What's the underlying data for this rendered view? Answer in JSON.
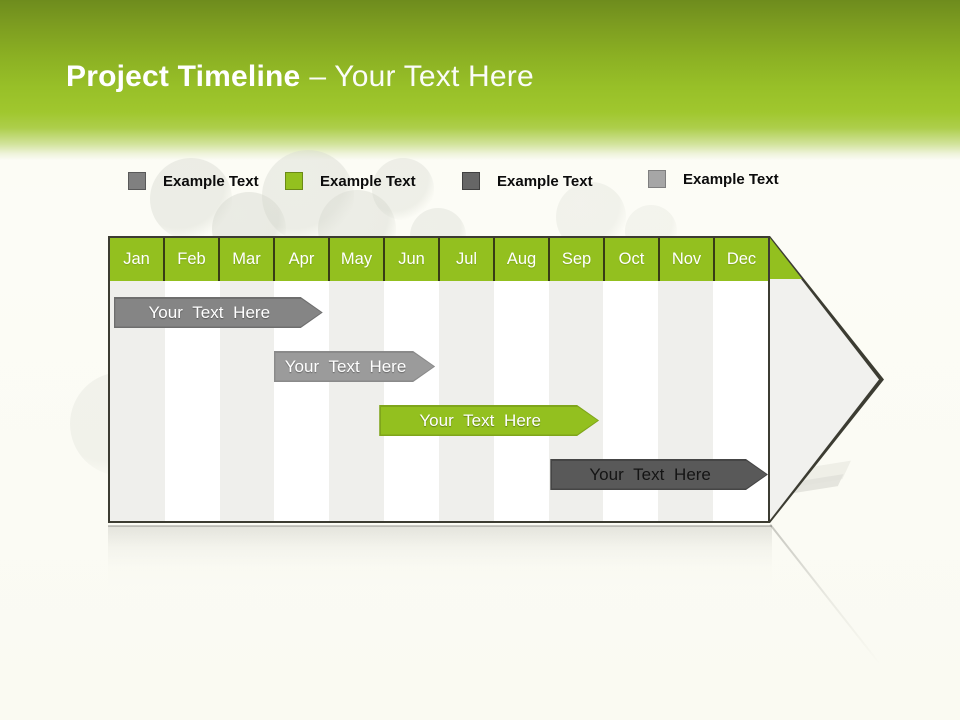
{
  "title": {
    "primary": "Project Timeline",
    "secondary": "– Your Text Here"
  },
  "legend": {
    "items": [
      {
        "label": "Example Text",
        "fill": "#808080",
        "border": "#595959"
      },
      {
        "label": "Example Text",
        "fill": "#93c01f",
        "border": "#6b8a16"
      },
      {
        "label": "Example Text",
        "fill": "#666666",
        "border": "#404040"
      },
      {
        "label": "Example Text",
        "fill": "#a6a6a6",
        "border": "#7f7f7f"
      }
    ]
  },
  "timeline": {
    "months": [
      "Jan",
      "Feb",
      "Mar",
      "Apr",
      "May",
      "Jun",
      "Jul",
      "Aug",
      "Sep",
      "Oct",
      "Nov",
      "Dec"
    ],
    "header_color": "#93c01f",
    "stripe_color": "#efefec"
  },
  "chart_data": {
    "type": "bar",
    "subtype": "gantt_timeline",
    "title": "Project Timeline – Your Text Here",
    "x_axis": {
      "categories": [
        "Jan",
        "Feb",
        "Mar",
        "Apr",
        "May",
        "Jun",
        "Jul",
        "Aug",
        "Sep",
        "Oct",
        "Nov",
        "Dec"
      ],
      "unit": "month",
      "range": [
        0,
        12
      ]
    },
    "legend_position": "top",
    "grid": "alternating-column-stripes",
    "tasks": [
      {
        "label": "Your Text Here",
        "start_month": "Jan",
        "end_month": "Apr",
        "start_col": 0.07,
        "end_col": 3.88,
        "fill": "#858585",
        "border": "#6e6e6e",
        "text_color": "#ffffff"
      },
      {
        "label": "Your Text Here",
        "start_month": "Apr",
        "end_month": "Jun",
        "start_col": 2.99,
        "end_col": 5.93,
        "fill": "#9b9b9b",
        "border": "#8a8a8a",
        "text_color": "#ffffff"
      },
      {
        "label": "Your Text Here",
        "start_month": "Jun",
        "end_month": "Sep",
        "start_col": 4.91,
        "end_col": 8.92,
        "fill": "#93c01f",
        "border": "#7fa51b",
        "text_color": "#ffffff"
      },
      {
        "label": "Your Text Here",
        "start_month": "Sep",
        "end_month": "Dec",
        "start_col": 8.03,
        "end_col": 12.0,
        "fill": "#595959",
        "border": "#454545",
        "text_color": "#141414"
      }
    ]
  }
}
